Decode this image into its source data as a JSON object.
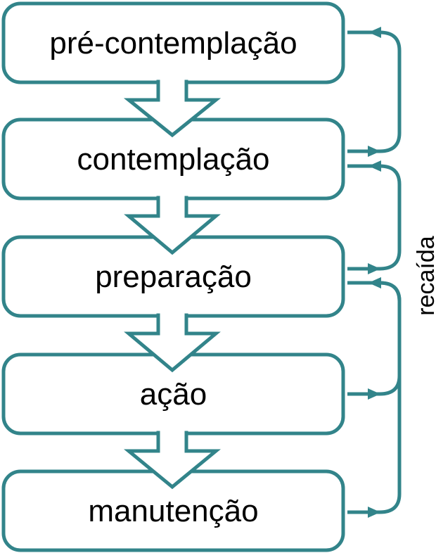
{
  "diagram": {
    "title": "",
    "stages": [
      {
        "id": "pre-contemplacao",
        "label": "pré-contemplação"
      },
      {
        "id": "contemplacao",
        "label": "contemplação"
      },
      {
        "id": "preparacao",
        "label": "preparação"
      },
      {
        "id": "acao",
        "label": "ação"
      },
      {
        "id": "manutencao",
        "label": "manutenção"
      }
    ],
    "relapse_label": "recaída",
    "edges": [
      {
        "from": "pre-contemplacao",
        "to": "contemplacao",
        "type": "forward"
      },
      {
        "from": "contemplacao",
        "to": "preparacao",
        "type": "forward"
      },
      {
        "from": "preparacao",
        "to": "acao",
        "type": "forward"
      },
      {
        "from": "acao",
        "to": "manutencao",
        "type": "forward"
      },
      {
        "from": "contemplacao",
        "to": "pre-contemplacao",
        "type": "relapse"
      },
      {
        "from": "preparacao",
        "to": "contemplacao",
        "type": "relapse"
      },
      {
        "from": "acao",
        "to": "preparacao",
        "type": "relapse"
      },
      {
        "from": "manutencao",
        "to": "preparacao",
        "type": "relapse"
      }
    ],
    "colors": {
      "stroke": "#32848a",
      "fill": "#ffffff",
      "text": "#000000"
    }
  }
}
